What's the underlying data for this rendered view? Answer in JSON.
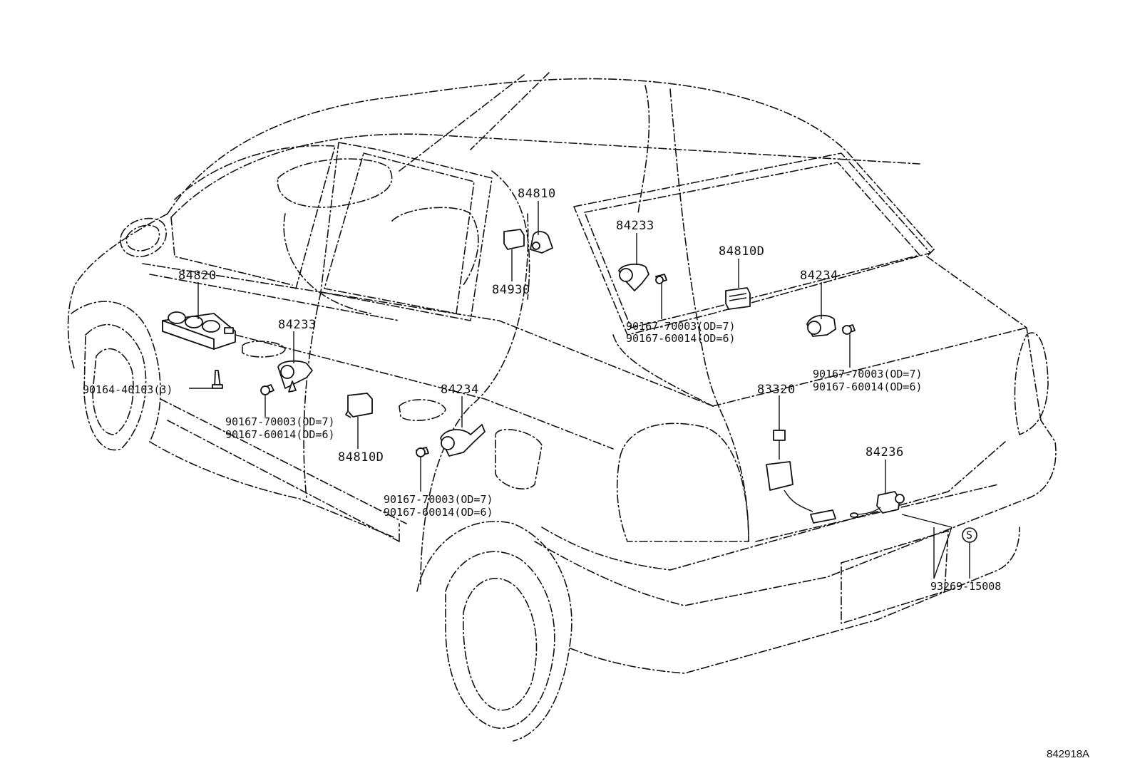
{
  "labels": {
    "p84820": "84820",
    "p84233_front": "84233",
    "p90164": "90164-40103(3)",
    "p90167_70003_a": "90167-70003(OD=7)",
    "p90167_60014_a": "90167-60014(OD=6)",
    "p84810D_front": "84810D",
    "p84810": "84810",
    "p84930": "84930",
    "p84234_rear_door": "84234",
    "p90167_70003_b": "90167-70003(OD=7)",
    "p90167_60014_b": "90167-60014(OD=6)",
    "p84233_rear": "84233",
    "p90167_70003_c": "90167-70003(OD=7)",
    "p90167_60014_c": "90167-60014(OD=6)",
    "p84810D_rear": "84810D",
    "p84234_right": "84234",
    "p90167_70003_d": "90167-70003(OD=7)",
    "p90167_60014_d": "90167-60014(OD=6)",
    "p83320": "83320",
    "p84236": "84236",
    "p93269": "93269-15008",
    "s_symbol": "S"
  },
  "figure_id": "842918A"
}
